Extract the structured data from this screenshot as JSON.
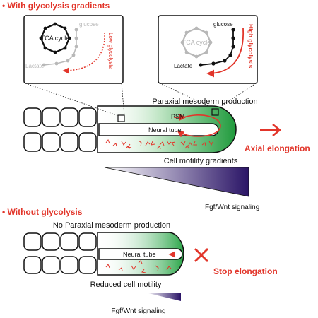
{
  "sections": {
    "with_title": "• With glycolysis gradients",
    "without_title": "• Without glycolysis"
  },
  "colors": {
    "red": "#e2352a",
    "green": "#1f9a3c",
    "purple": "#3c1f7a",
    "grey": "#b8b8b8",
    "black": "#111111"
  },
  "left_inset": {
    "center_label": "TCA cycle",
    "top_label": "glucose",
    "bottom_label": "Lactate",
    "side_label": "Low glycolysis"
  },
  "right_inset": {
    "center_label": "TCA cycle",
    "top_label": "glucose",
    "bottom_label": "Lactate",
    "side_label": "High glycolysis"
  },
  "top_diagram": {
    "heading": "Paraxial mesoderm production",
    "psm_label": "PSM",
    "neural_tube_label": "Neural tube",
    "motility_label": "Cell motility gradients",
    "elongation_label": "Axial elongation",
    "signal_label": "Fgf/Wnt signaling"
  },
  "bottom_diagram": {
    "heading": "No Paraxial mesoderm production",
    "neural_tube_label": "Neural tube",
    "motility_label": "Reduced cell motility",
    "stop_label": "Stop elongation",
    "signal_label": "Fgf/Wnt signaling"
  }
}
